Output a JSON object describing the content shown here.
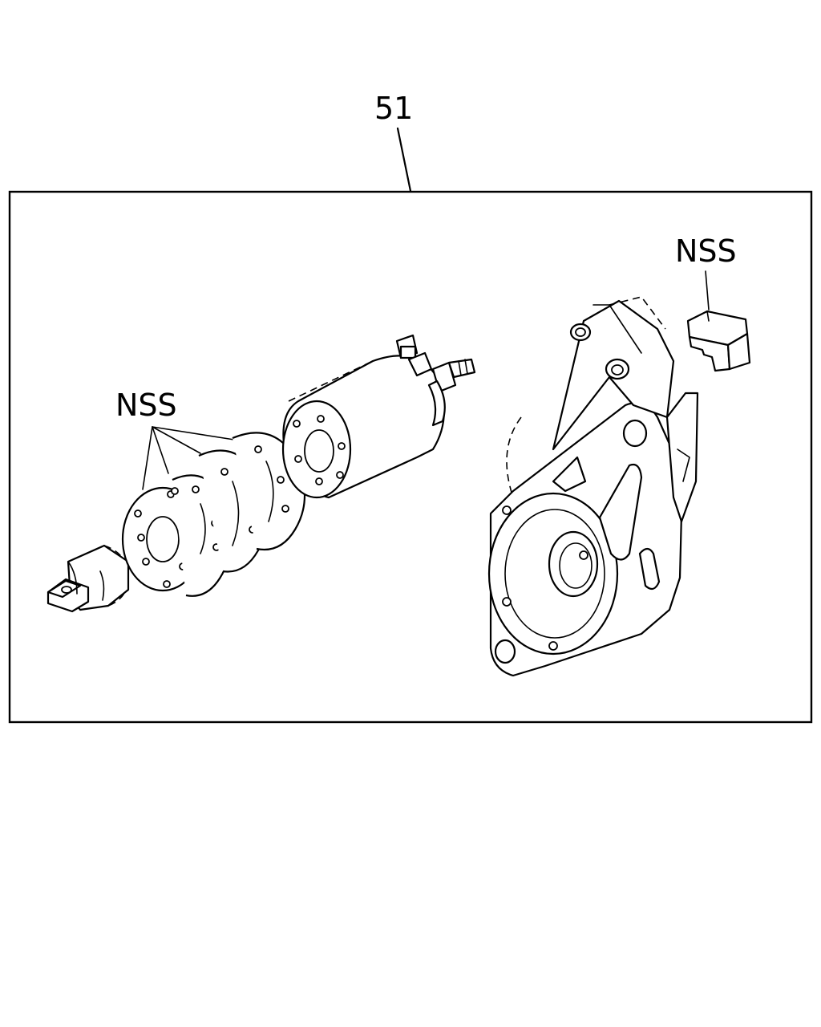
{
  "callouts": {
    "assembly_number": "51",
    "nss_left": "NSS",
    "nss_right": "NSS"
  }
}
